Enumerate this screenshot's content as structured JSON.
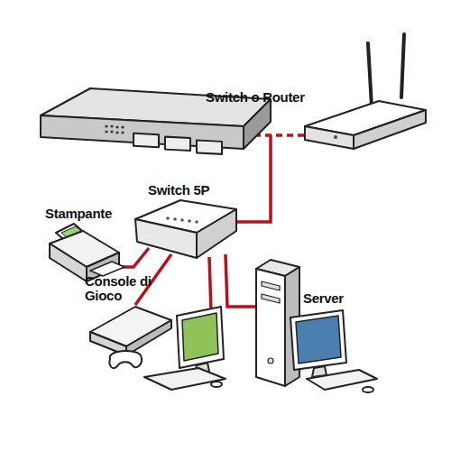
{
  "diagram": {
    "labels": [
      "Switch o Router",
      "Switch 5P",
      "Stampante",
      "Console di Gioco",
      "Server"
    ]
  }
}
